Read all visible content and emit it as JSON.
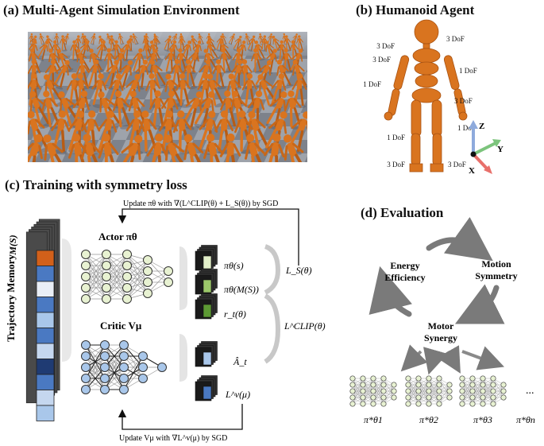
{
  "panels": {
    "a": {
      "title": "(a) Multi-Agent Simulation Environment"
    },
    "b": {
      "title": "(b) Humanoid Agent",
      "dof_labels": [
        "3 DoF",
        "3 DoF",
        "3 DoF",
        "1 DoF",
        "1 DoF",
        "3 DoF",
        "1 DoF",
        "1 DoF",
        "3 DoF",
        "3 DoF"
      ],
      "axes": {
        "z": "Z",
        "y": "Y",
        "x": "X"
      }
    },
    "c": {
      "title": "(c) Training with symmetry loss",
      "memory_label": "Trajectory Memory",
      "memory_state": "M(S)",
      "actor_label": "Actor  πθ",
      "critic_label": "Critic Vμ",
      "outputs": [
        "πθ(s)",
        "πθ(M(S))",
        "r_t(θ)",
        "Â_t",
        "L^v(μ)"
      ],
      "loss_s": "L_S(θ)",
      "loss_clip": "L^CLIP(θ)",
      "update_top": "Update πθ with ∇(L^CLIP(θ) + L_S(θ)) by SGD",
      "update_bottom": "Update Vμ with ∇L^v(μ) by SGD"
    },
    "d": {
      "title": "(d)  Evaluation",
      "cycle": [
        "Energy Efficiency",
        "Motion Symmetry",
        "Motor Synergy"
      ],
      "policies": [
        "π*θ1",
        "π*θ2",
        "π*θ3",
        "π*θn"
      ],
      "ellipsis": "..."
    }
  },
  "colors": {
    "agent_orange": "#d9741f",
    "actor_node": "#e8f2d2",
    "critic_node": "#a9c7ea",
    "mem_blue": "#4a79c2",
    "mem_orange": "#d2601a",
    "arrow_gray": "#7a7a7a"
  }
}
